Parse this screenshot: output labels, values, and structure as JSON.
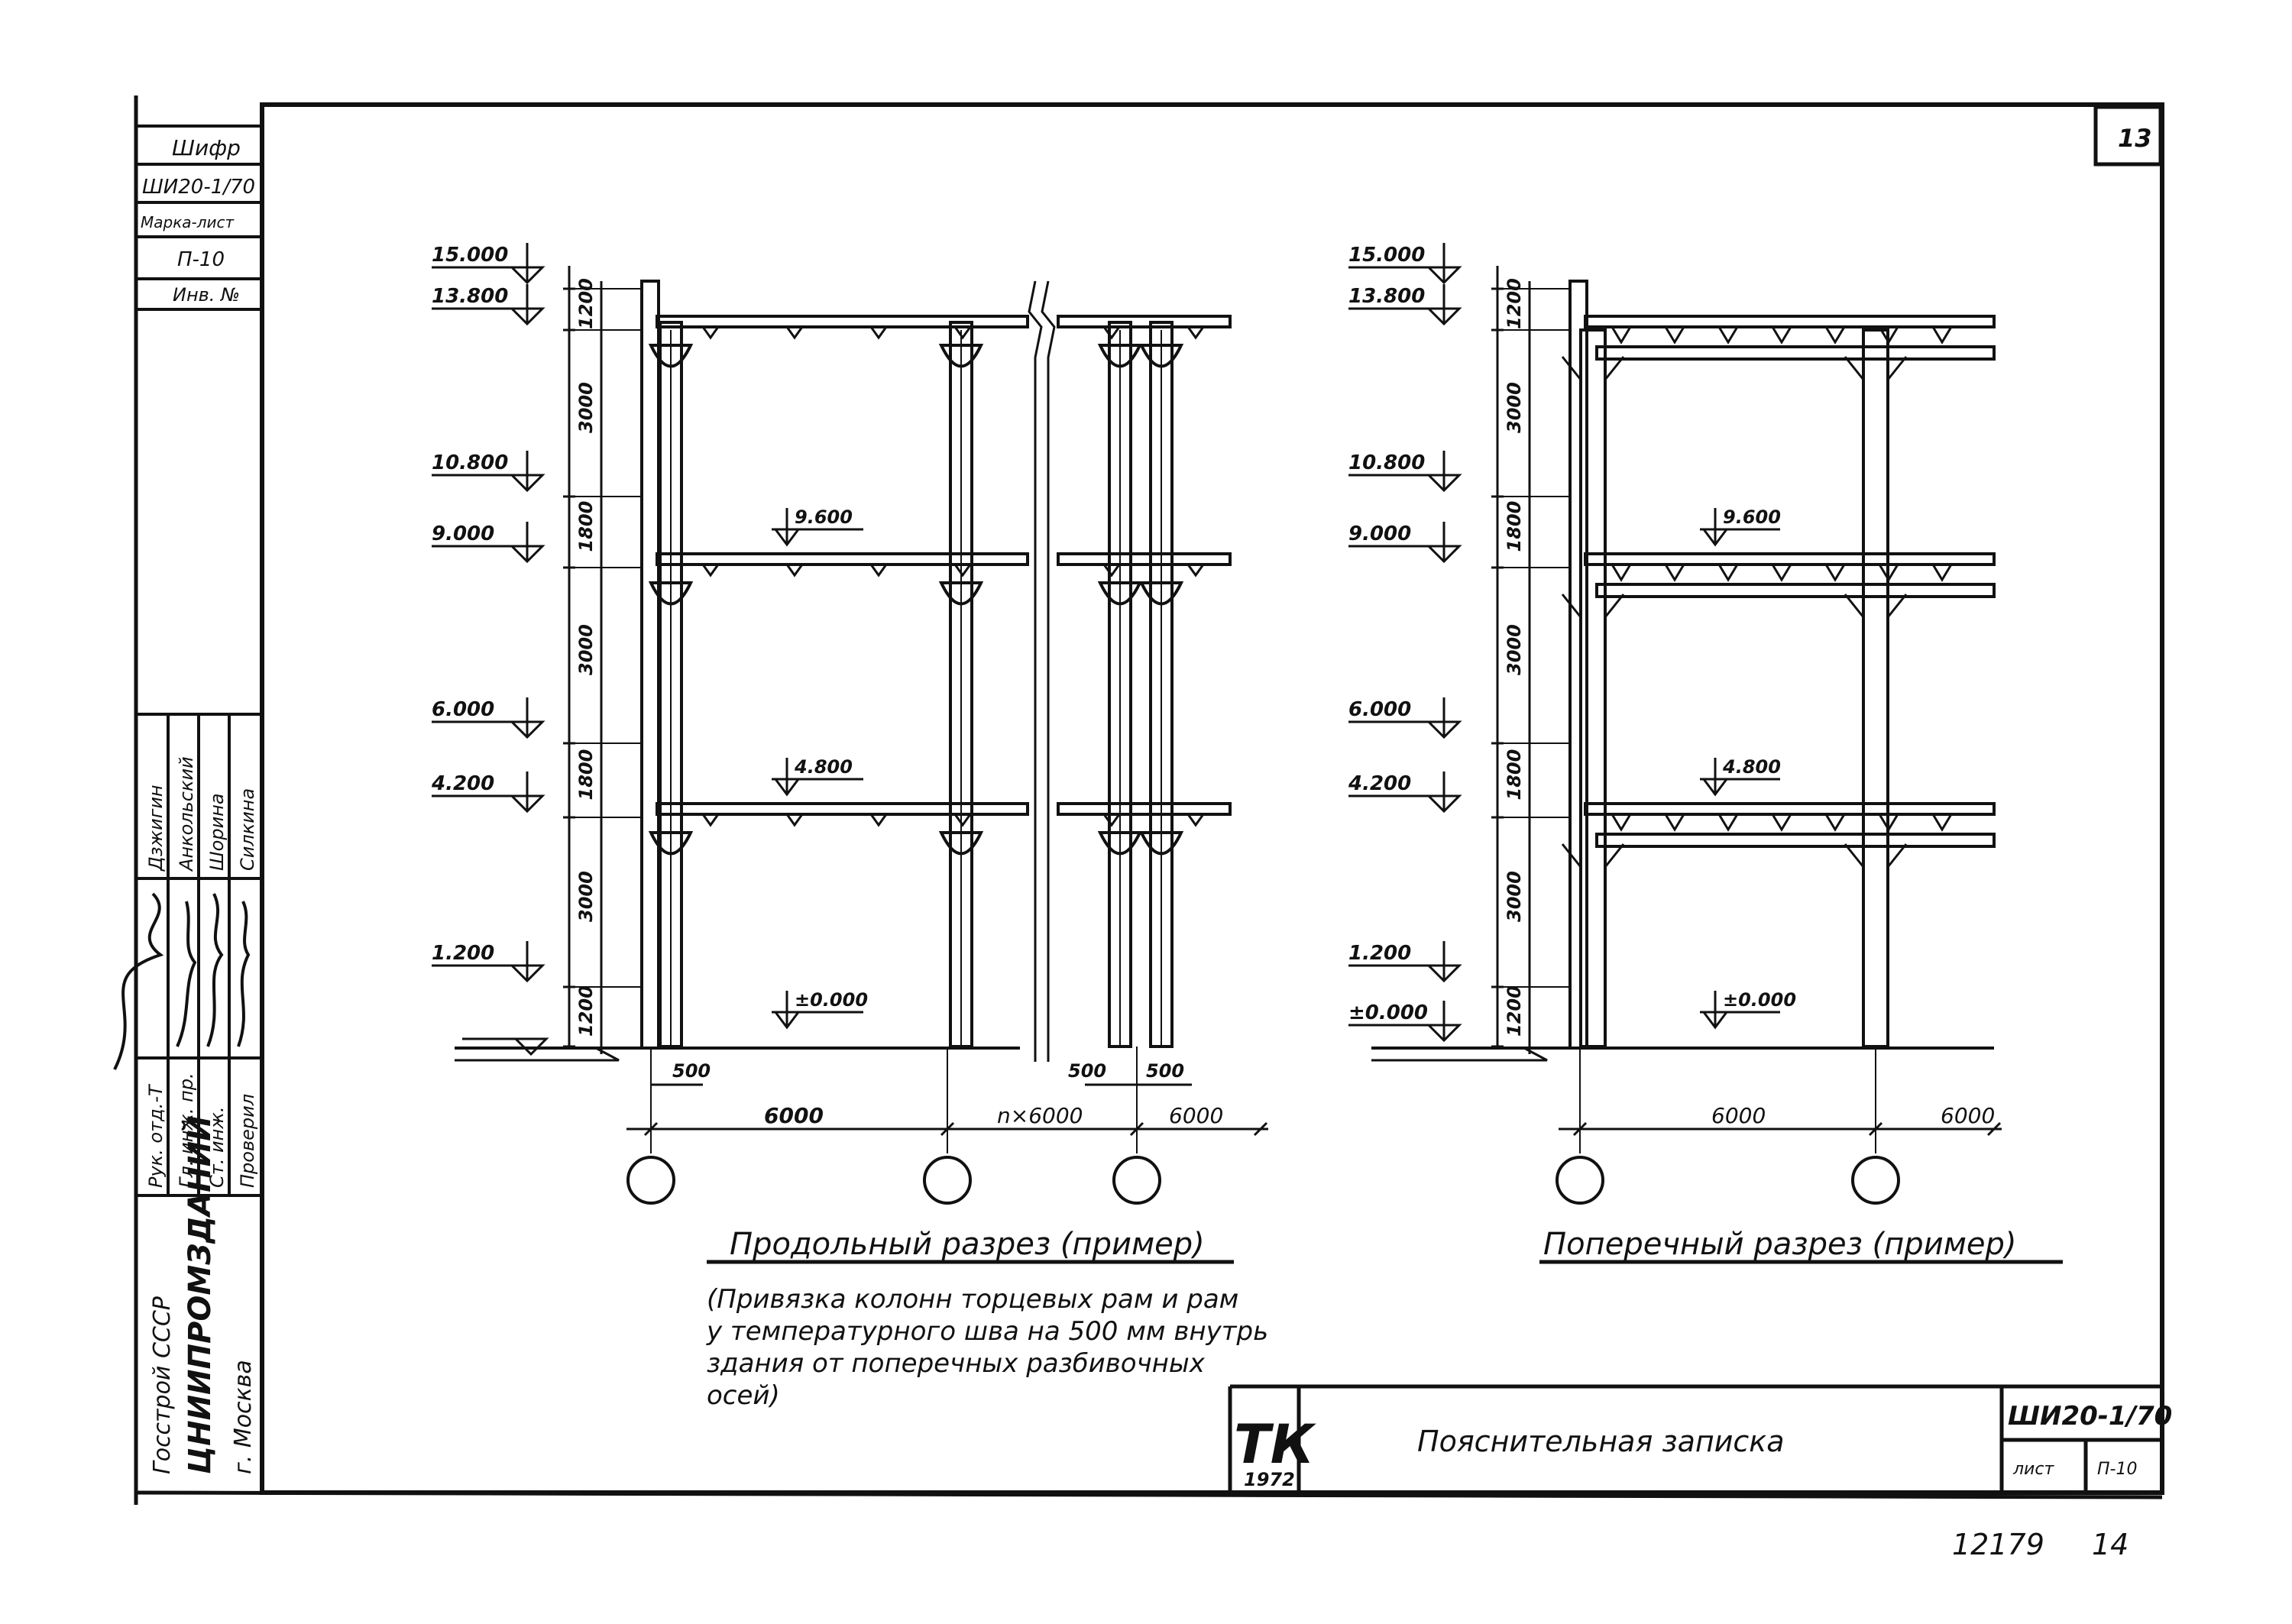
{
  "sheet": {
    "page_number": "13",
    "footer_ref": "12179",
    "footer_page": "14"
  },
  "side_stamp": {
    "cipher_label": "Шифр",
    "cipher_value": "ШИ20-1/70",
    "mark_label": "Марка-лист",
    "mark_value": "П-10",
    "inv_label": "Инв. №"
  },
  "approval_block": {
    "roles": [
      "Рук. отд.-Т",
      "Гл. инж. пр.",
      "Ст. инж.",
      "Проверил"
    ],
    "names": [
      "Дзжигин",
      "Анкольский",
      "Шорина",
      "Силкина"
    ]
  },
  "org_block": {
    "ministry": "Госстрой СССР",
    "institute": "ЦНИИПРОМЗДАНИЙ",
    "city": "г. Москва"
  },
  "title_block": {
    "tk_mark": "ТК",
    "tk_year": "1972",
    "title": "Пояснительная записка",
    "code": "ШИ20-1/70",
    "sheet_label": "лист",
    "sheet_value": "П-10"
  },
  "longitudinal": {
    "caption": "Продольный разрез (пример)",
    "note_lines": [
      "(Привязка колонн торцевых рам и рам",
      "у температурного шва на 500 мм внутрь",
      "здания от поперечных разбивочных",
      "осей)"
    ],
    "elevations": [
      "15.000",
      "13.800",
      "10.800",
      "9.000",
      "6.000",
      "4.200",
      "1.200"
    ],
    "interior_marks": [
      "9.600",
      "4.800",
      "±0.000"
    ],
    "heights": [
      "1200",
      "3000",
      "1800",
      "3000",
      "1800",
      "3000",
      "1200"
    ],
    "offsets": [
      "500",
      "500",
      "500"
    ],
    "spans": [
      "6000",
      "n×6000",
      "6000"
    ]
  },
  "transverse": {
    "caption": "Поперечный разрез (пример)",
    "elevations": [
      "15.000",
      "13.800",
      "10.800",
      "9.000",
      "6.000",
      "4.200",
      "1.200",
      "±0.000"
    ],
    "interior_marks": [
      "9.600",
      "4.800",
      "±0.000"
    ],
    "heights": [
      "1200",
      "3000",
      "1800",
      "3000",
      "1800",
      "3000",
      "1200"
    ],
    "spans": [
      "6000",
      "6000"
    ]
  }
}
